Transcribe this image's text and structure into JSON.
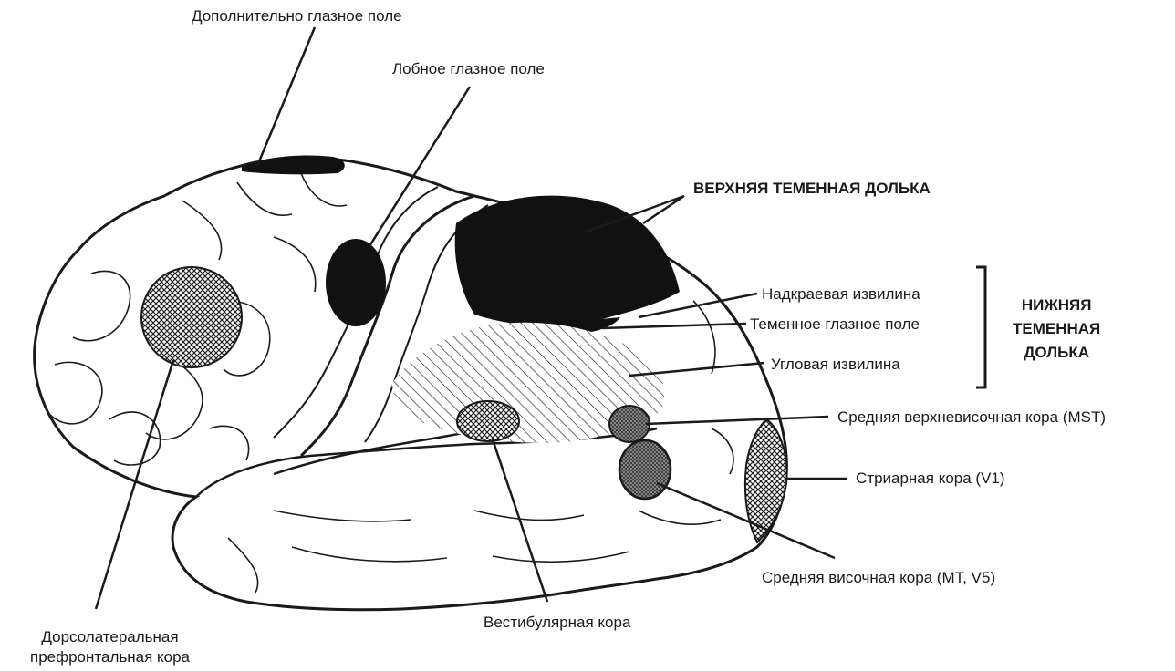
{
  "labels": {
    "supplementary_eye_field": "Дополнительно глазное поле",
    "frontal_eye_field": "Лобное глазное поле",
    "superior_parietal_lobule": "ВЕРХНЯЯ ТЕМЕННАЯ ДОЛЬКА",
    "supramarginal_gyrus": "Надкраевая извилина",
    "parietal_eye_field": "Теменное глазное поле",
    "angular_gyrus": "Угловая извилина",
    "inferior_parietal_lobule_line1": "НИЖНЯЯ",
    "inferior_parietal_lobule_line2": "ТЕМЕННАЯ",
    "inferior_parietal_lobule_line3": "ДОЛЬКА",
    "mst": "Средняя верхневисочная кора (MST)",
    "striate_cortex": "Стриарная кора (V1)",
    "mt_v5": "Средняя височная кора (MT, V5)",
    "vestibular_cortex": "Вестибулярная кора",
    "dlpfc_line1": "Дорсолатеральная",
    "dlpfc_line2": "префронтальная кора"
  }
}
